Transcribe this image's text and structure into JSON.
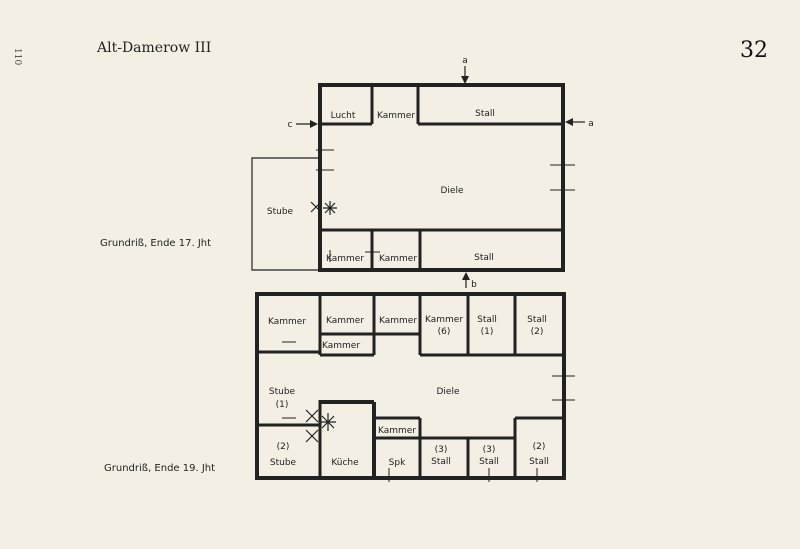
{
  "header": {
    "side_number": "110",
    "title": "Alt-Damerow III",
    "page_number": "32"
  },
  "plans": {
    "top": {
      "caption": "Grundriß, Ende 17. Jht",
      "section_marks": [
        "a",
        "b",
        "c",
        "a"
      ],
      "rooms": {
        "lucht": "Lucht",
        "kammer_top": "Kammer",
        "stall_top": "Stall",
        "diele": "Diele",
        "stube": "Stube",
        "kammer_bottom_1": "Kammer",
        "kammer_bottom_2": "Kammer",
        "stall_bottom": "Stall"
      }
    },
    "bottom": {
      "caption": "Grundriß, Ende 19. Jht",
      "rooms": {
        "kammer_1": "Kammer",
        "kammer_2": "Kammer",
        "kammer_3": "Kammer",
        "kammer_4": "Kammer",
        "kammer_6_label": "Kammer",
        "kammer_6_num": "(6)",
        "stall_1_label": "Stall",
        "stall_1_num": "(1)",
        "stall_2_label": "Stall",
        "stall_2_num": "(2)",
        "stube_1_label": "Stube",
        "stube_1_num": "(1)",
        "diele": "Diele",
        "stube_2_num": "(2)",
        "stube_2_label": "Stube",
        "kueche": "Küche",
        "kammer_5": "Kammer",
        "spk": "Spk",
        "stall_3a_num": "(3)",
        "stall_3a_label": "Stall",
        "stall_3b_num": "(3)",
        "stall_3b_label": "Stall",
        "stall_2b_num": "(2)",
        "stall_2b_label": "Stall"
      }
    }
  }
}
